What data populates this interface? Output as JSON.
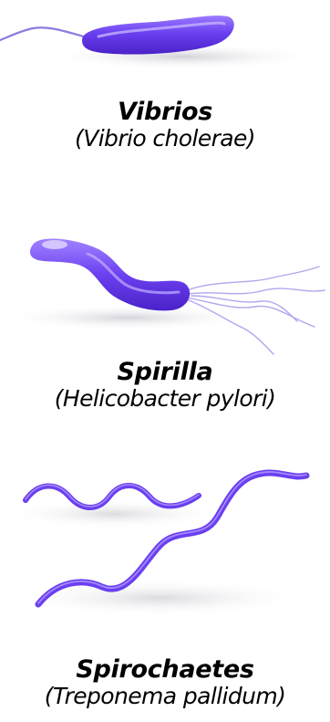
{
  "types": [
    {
      "name": "Vibrios",
      "species": "(Vibrio cholerae)"
    },
    {
      "name": "Spirilla",
      "species": "(Helicobacter pylori)"
    },
    {
      "name": "Spirochaetes",
      "species": "(Treponema pallidum)"
    }
  ],
  "colors": {
    "body_dark": "#5a2fe0",
    "body_mid": "#7d55f0",
    "body_light": "#c3b0ff",
    "flagellum": "#8d7be0",
    "shadow": "#cfcfd6",
    "text": "#000000"
  }
}
